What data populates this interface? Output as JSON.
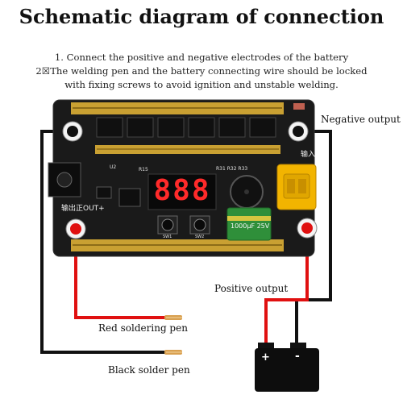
{
  "title": "Schematic diagram of connection",
  "instructions": {
    "line1": "1. Connect the positive and negative electrodes of the battery",
    "line2": "2☒The welding pen and the battery connecting wire should be locked",
    "line3": "with fixing screws to avoid ignition and unstable welding."
  },
  "labels": {
    "negative_output": "Negative output",
    "positive_output": "Positive output",
    "red_pen": "Red soldering pen",
    "black_pen": "Black solder pen"
  },
  "board": {
    "display_digits": "888",
    "output_label": "输出正OUT+",
    "input_label": "输入",
    "capacitor_text": "1000μF 25V",
    "resistor_labels": "R31 R32 R33",
    "r15": "R15",
    "u2": "U2",
    "sw1": "SW1",
    "sw2": "SW2"
  },
  "battery": {
    "plus": "+",
    "minus": "-"
  },
  "colors": {
    "red_wire": "#e01010",
    "black_wire": "#111111",
    "board": "#1a1a1a",
    "gold_bar": "#c9a032",
    "display": "#ff2a2a",
    "xt60": "#f2b400",
    "capacitor": "#2f8f3a"
  }
}
